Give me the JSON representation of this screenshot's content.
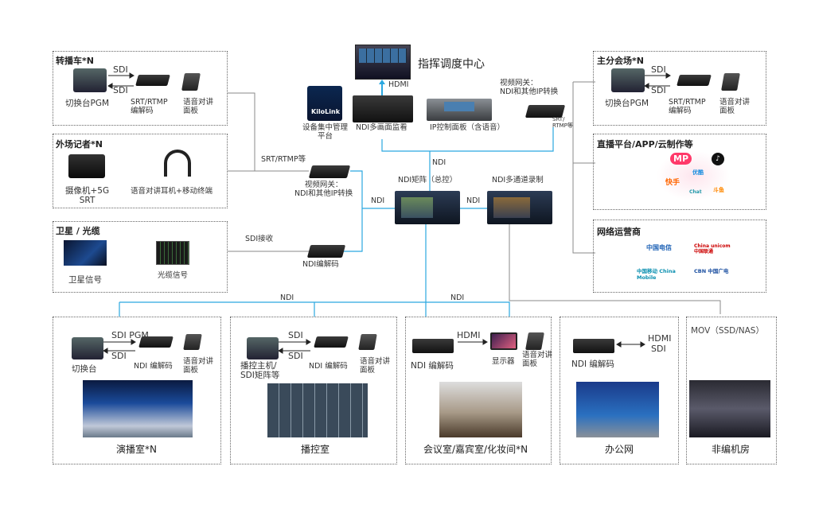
{
  "center": {
    "title": "指挥调度中心",
    "hdmi": "HDMI",
    "mgmt": "设备集中管理\n平台",
    "mgmt_logo": "KiloLink",
    "multiview": "NDI多画面监看",
    "ip_panel": "IP控制面板（含语音）",
    "gateway_top": "视频网关：\nNDI和其他IP转换",
    "gateway_top_side": "SRT/\nRTMP等",
    "ndi_matrix": "NDI矩阵（总控）",
    "ndi_recorder": "NDI多通道录制",
    "ndi_up": "NDI",
    "ndi_left": "NDI",
    "ndi_right": "NDI",
    "gateway_mid": "视频网关：\nNDI和其他IP转换",
    "srt_rtmp": "SRT/RTMP等",
    "sdi_recv": "SDI接收",
    "ndi_encoder": "NDI编解码",
    "ndi_bus1": "NDI",
    "ndi_bus2": "NDI"
  },
  "left": {
    "ob_van": {
      "title": "转播车*N",
      "sdi1": "SDI",
      "sdi2": "SDI",
      "switcher": "切换台PGM",
      "codec": "SRT/RTMP\n编解码",
      "intercom": "语音对讲\n面板"
    },
    "reporter": {
      "title": "外场记者*N",
      "camera": "摄像机+5G\nSRT",
      "headset": "语音对讲耳机+移动终端"
    },
    "satellite": {
      "title": "卫星 / 光缆",
      "sat": "卫星信号",
      "fiber": "光缆信号"
    }
  },
  "right": {
    "venue": {
      "title": "主分会场*N",
      "sdi1": "SDI",
      "sdi2": "SDI",
      "switcher": "切换台PGM",
      "codec": "SRT/RTMP\n编解码",
      "intercom": "语音对讲\n面板"
    },
    "platforms": {
      "title": "直播平台/APP/云制作等",
      "logos": [
        "MP",
        "♪",
        "快手",
        "优酷",
        "斗鱼",
        "Chat"
      ]
    },
    "carriers": {
      "title": "网络运营商",
      "logos": [
        "中国电信",
        "China unicom中国联通",
        "中国移动 China Mobile",
        "CBN 中国广电"
      ]
    }
  },
  "bottom": {
    "studio": {
      "title": "演播室*N",
      "sdi_pgm": "SDI PGM",
      "sdi": "SDI",
      "switcher": "切换台",
      "codec": "NDI 编解码",
      "intercom": "语音对讲\n面板"
    },
    "control": {
      "title": "播控室",
      "sdi1": "SDI",
      "sdi2": "SDI",
      "host": "播控主机/\nSDI矩阵等",
      "codec": "NDI 编解码",
      "intercom": "语音对讲\n面板"
    },
    "meeting": {
      "title": "会议室/嘉宾室/化妆间*N",
      "hdmi": "HDMI",
      "codec": "NDI 编解码",
      "monitor": "显示器",
      "intercom": "语音对讲\n面板"
    },
    "office": {
      "title": "办公网",
      "hdmi": "HDMI",
      "sdi": "SDI",
      "codec": "NDI 编解码"
    },
    "edit": {
      "title": "非编机房",
      "mov": "MOV（SSD/NAS）"
    }
  }
}
